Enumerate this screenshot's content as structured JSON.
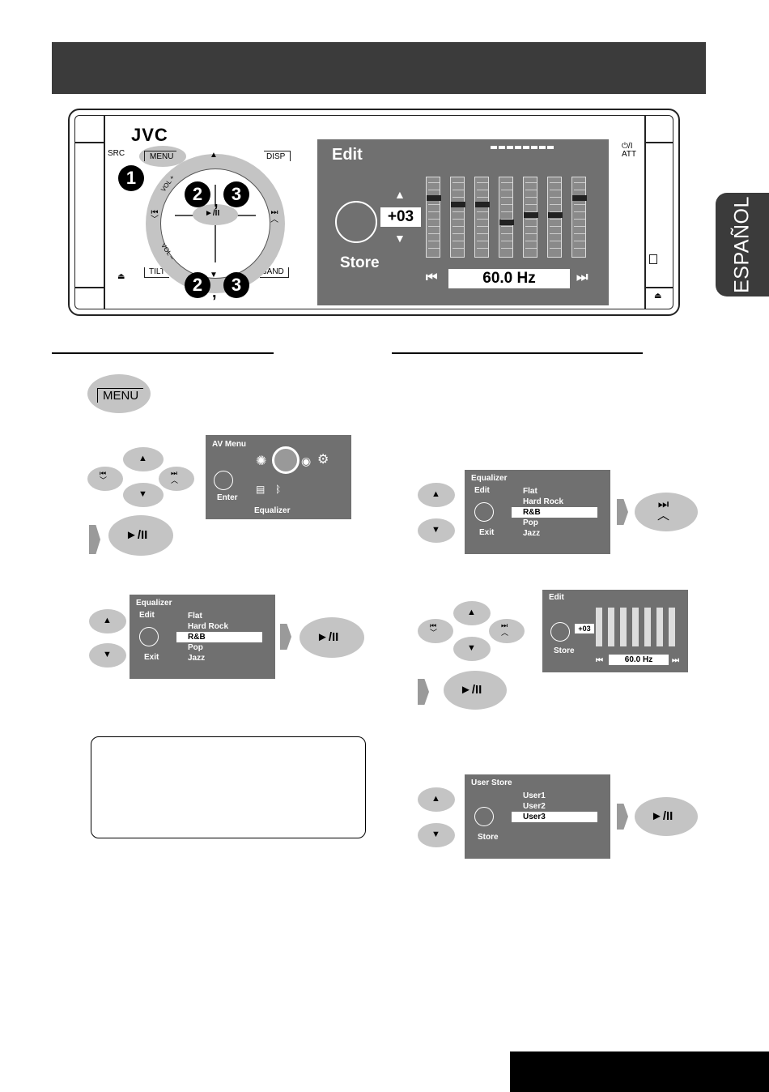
{
  "language_tab": "ESPAÑOL",
  "device": {
    "brand": "JVC",
    "src": "SRC",
    "menu": "MENU",
    "disp": "DISP",
    "tilt": "TILT",
    "band": "BAND",
    "att": "ATT",
    "power": "⏻/I",
    "vol_plus": "VOL +",
    "vol_minus": "VOL –",
    "play_pause": "►/II",
    "step1": "1",
    "step2": "2",
    "step3": "3",
    "comma": ","
  },
  "big_display": {
    "title": "Edit",
    "value": "+03",
    "store": "Store",
    "freq": "60.0 Hz",
    "eq_levels": [
      0.22,
      0.3,
      0.3,
      0.52,
      0.43,
      0.43,
      0.22
    ]
  },
  "left_steps": {
    "menu_button": "MENU",
    "play_pause": "►/II",
    "av_menu": {
      "title": "AV Menu",
      "enter": "Enter",
      "label": "Equalizer"
    },
    "equalizer": {
      "title": "Equalizer",
      "edit": "Edit",
      "exit": "Exit",
      "items": [
        "Flat",
        "Hard Rock",
        "R&B",
        "Pop",
        "Jazz"
      ],
      "selected": 2
    }
  },
  "right_steps": {
    "play_pause": "►/II",
    "equalizer": {
      "title": "Equalizer",
      "edit": "Edit",
      "exit": "Exit",
      "items": [
        "Flat",
        "Hard Rock",
        "R&B",
        "Pop",
        "Jazz"
      ],
      "selected": 2
    },
    "edit": {
      "title": "Edit",
      "value": "+03",
      "store": "Store",
      "freq": "60.0 Hz"
    },
    "user_store": {
      "title": "User Store",
      "store": "Store",
      "items": [
        "User1",
        "User2",
        "User3"
      ],
      "selected": 2
    }
  }
}
